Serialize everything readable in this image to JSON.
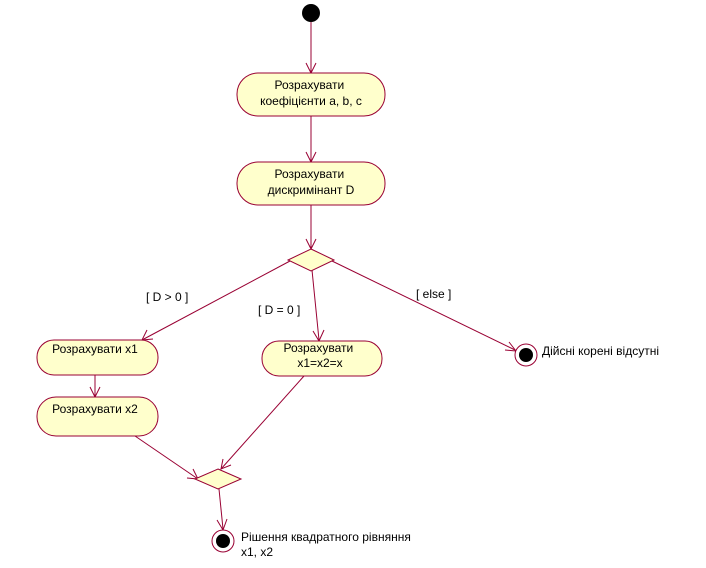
{
  "diagram": {
    "activities": {
      "calc_coefficients": [
        "Розрахувати",
        "коефіцієнти a, b, c"
      ],
      "calc_discriminant": [
        "Розрахувати",
        "дискримінант D"
      ],
      "calc_x1": [
        "Розрахувати x1"
      ],
      "calc_x2": [
        "Розрахувати x2"
      ],
      "calc_x_equal": [
        "Розрахувати",
        "x1=x2=x"
      ]
    },
    "guards": {
      "d_positive": "[ D > 0 ]",
      "d_zero": "[ D = 0 ]",
      "else": "[ else ]"
    },
    "final_states": {
      "no_roots": [
        "Дійсні корені відсутні"
      ],
      "solution": [
        "Рішення квадратного рівняння",
        "x1, x2"
      ]
    },
    "colors": {
      "node_fill": "#ffffcc",
      "stroke": "#990033",
      "text": "#000000"
    }
  }
}
